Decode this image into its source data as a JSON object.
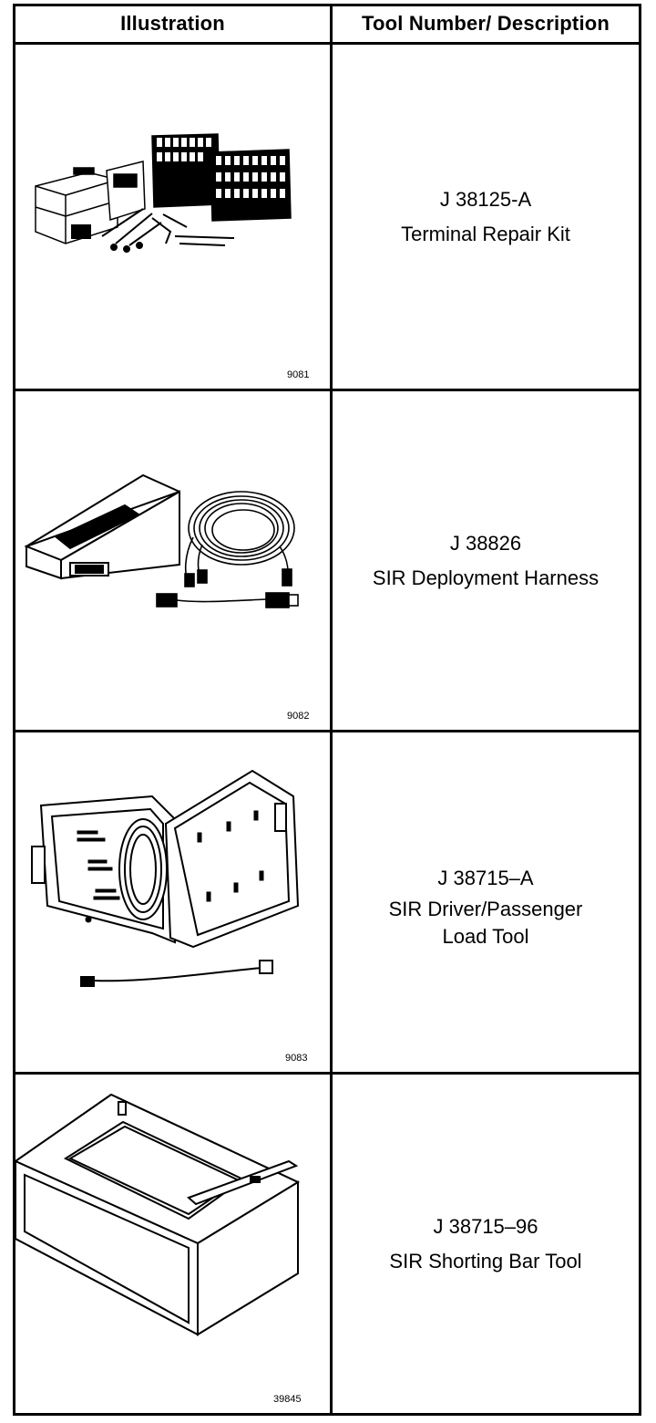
{
  "table": {
    "headers": {
      "illustration": "Illustration",
      "description": "Tool Number/ Description"
    },
    "rows": [
      {
        "fig": "9081",
        "tool_number": "J 38125-A",
        "desc_lines": [
          "Terminal Repair Kit"
        ],
        "icon": "terminal-repair-kit-illustration"
      },
      {
        "fig": "9082",
        "tool_number": "J 38826",
        "desc_lines": [
          "SIR Deployment Harness"
        ],
        "icon": "deployment-harness-illustration"
      },
      {
        "fig": "9083",
        "tool_number": "J 38715–A",
        "desc_lines": [
          "SIR Driver/Passenger",
          "Load Tool"
        ],
        "icon": "load-tool-case-illustration"
      },
      {
        "fig": "39845",
        "tool_number": "J 38715–96",
        "desc_lines": [
          "SIR Shorting Bar Tool"
        ],
        "icon": "shorting-bar-tool-illustration"
      }
    ]
  }
}
